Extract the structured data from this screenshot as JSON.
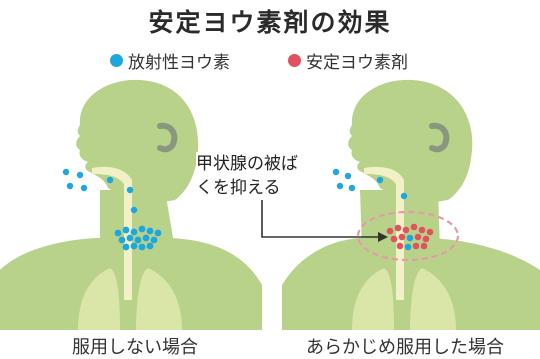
{
  "title": "安定ヨウ素剤の効果",
  "legend": {
    "radioactive_label": "放射性ヨウ素",
    "stable_label": "安定ヨウ素剤"
  },
  "panels": {
    "left_caption": "服用しない場合",
    "right_caption": "あらかじめ服用した場合"
  },
  "annotation": {
    "line1": "甲状腺の被ば",
    "line2": "くを抑える"
  },
  "colors": {
    "body": "#b8d28a",
    "body_dark": "#a6c476",
    "lung": "#d9e6a8",
    "airway": "#f1f0c6",
    "radioactive_dot": "#1ea6e0",
    "stable_dot": "#e0525e",
    "ellipse": "#e59aa8",
    "ear": "#8a9780"
  }
}
